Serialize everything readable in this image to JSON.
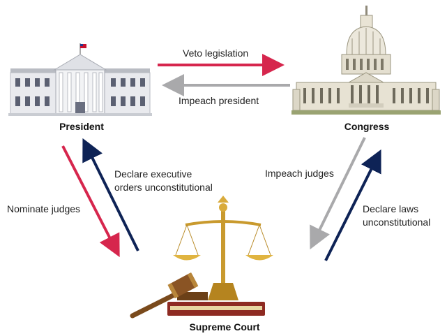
{
  "nodes": {
    "president": "President",
    "congress": "Congress",
    "court": "Supreme Court"
  },
  "relations": {
    "veto": "Veto legislation",
    "impeach_president": "Impeach president",
    "declare_exec": [
      "Declare executive",
      "orders unconstitutional"
    ],
    "nominate": "Nominate judges",
    "impeach_judges": "Impeach judges",
    "declare_laws": [
      "Declare laws",
      "unconstitutional"
    ]
  },
  "colors": {
    "red_arrow": "#d6264d",
    "navy_arrow": "#0e2356",
    "gray_arrow": "#a9a9ab"
  },
  "icons": {
    "president": "white-house-icon",
    "congress": "capitol-building-icon",
    "court": "scales-gavel-book-icon"
  }
}
